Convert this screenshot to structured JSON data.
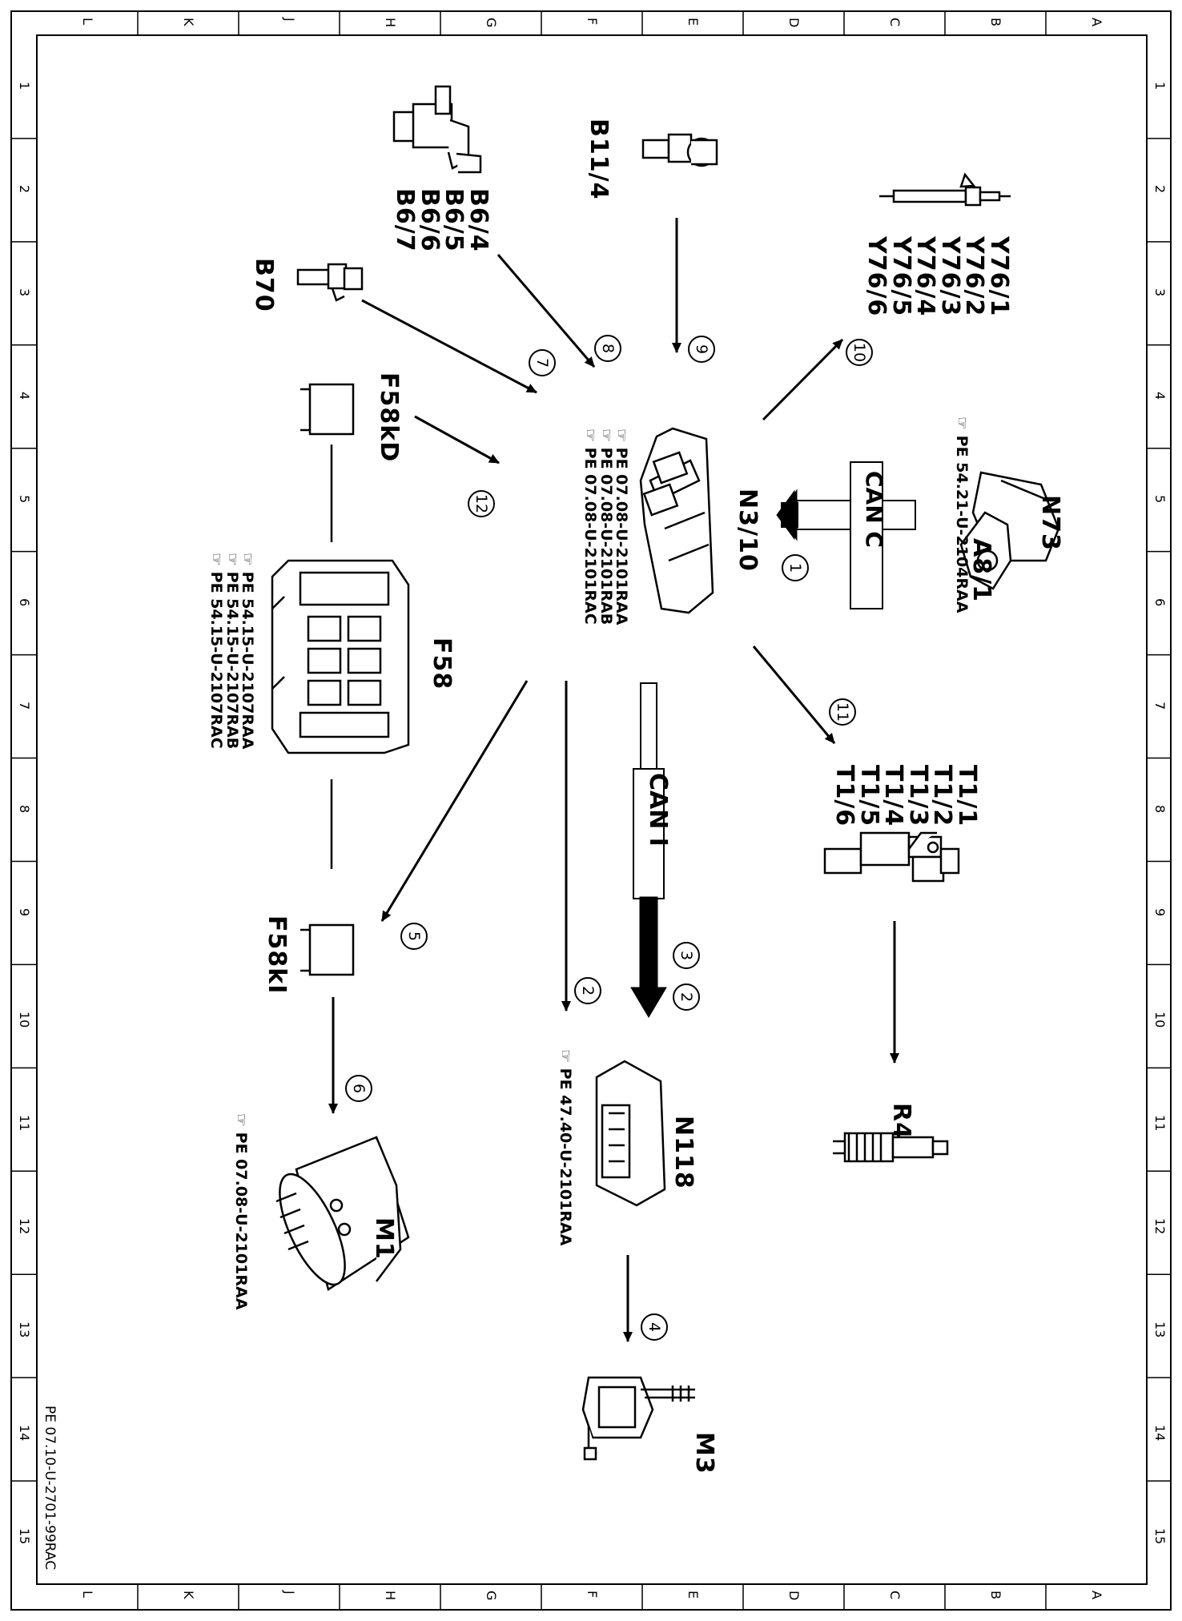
{
  "components": {
    "n3_10": "N3/10",
    "n73": "N73",
    "a8_1": "A8/1",
    "b11_4": "B11/4",
    "b6": [
      "B6/4",
      "B6/5",
      "B6/6",
      "B6/7"
    ],
    "b70": "B70",
    "f58kd": "F58kD",
    "f58": "F58",
    "f58kl": "F58kI",
    "m1": "M1",
    "n118": "N118",
    "m3": "M3",
    "r4": "R4",
    "t1": [
      "T1/1",
      "T1/2",
      "T1/3",
      "T1/4",
      "T1/5",
      "T1/6"
    ],
    "y76": [
      "Y76/1",
      "Y76/2",
      "Y76/3",
      "Y76/4",
      "Y76/5",
      "Y76/6"
    ]
  },
  "buses": {
    "can_c": "CAN C",
    "can_i": "CAN I"
  },
  "refs": {
    "n3_10": [
      "PE 07.08-U-2101RAA",
      "PE 07.08-U-2101RAB",
      "PE 07.08-U-2101RAC"
    ],
    "n73": "PE 54.21-U-2104RAA",
    "f58": [
      "PE 54.15-U-2107RAA",
      "PE 54.15-U-2107RAB",
      "PE 54.15-U-2107RAC"
    ],
    "n118": "PE 47.40-U-2101RAA",
    "m1": "PE 07.08-U-2101RAA"
  },
  "arrow_numbers": [
    "1",
    "2",
    "2",
    "3",
    "4",
    "5",
    "6",
    "7",
    "8",
    "9",
    "10",
    "11",
    "12"
  ],
  "document_id": "PE 07.10-U-2701-99RAC",
  "grid": {
    "rows": [
      "1",
      "2",
      "3",
      "4",
      "5",
      "6",
      "7",
      "8",
      "9",
      "10",
      "11",
      "12",
      "13",
      "14",
      "15"
    ],
    "cols": [
      "L",
      "K",
      "J",
      "H",
      "G",
      "F",
      "E",
      "D",
      "C",
      "B",
      "A"
    ]
  }
}
